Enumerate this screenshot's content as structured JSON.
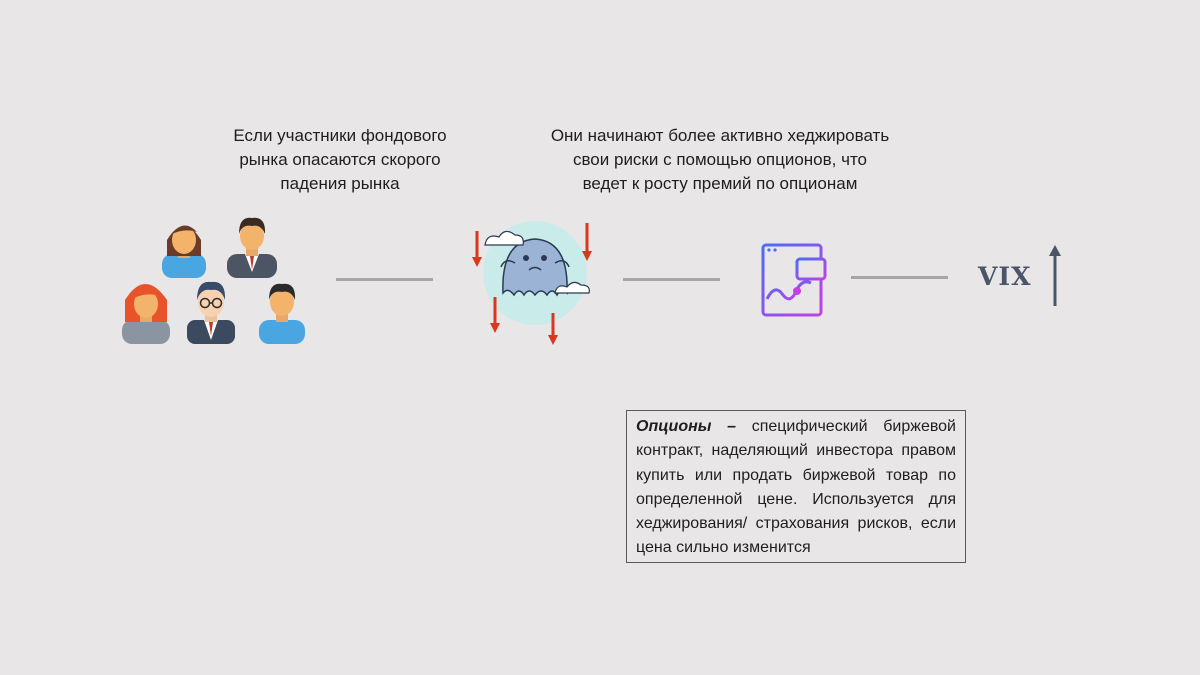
{
  "captions": {
    "left": "Если участники фондового\nрынка опасаются скорого\nпадения рынка",
    "right": "Они начинают более активно хеджировать\nсвои риски с помощью опционов, что\nведет к росту премий по опционам"
  },
  "vix": {
    "label": "VIX"
  },
  "definition": {
    "term": "Опционы –",
    "text": " специфический биржевой контракт, наделяющий инвестора правом купить или продать биржевой товар по определенной цене. Используется для хеджирования/ страхования рисков, если цена сильно изменится"
  },
  "icons": {
    "people": "investor-group-icon",
    "fear": "fear-ghost-falling-arrows-icon",
    "report": "options-report-chart-icon",
    "up": "arrow-up-icon"
  },
  "colors": {
    "background": "#e8e6e6",
    "connector": "#a6a6a6",
    "down_arrow": "#d9381e",
    "vix_text": "#4a5668",
    "report_gradient_start": "#4a6cf7",
    "report_gradient_end": "#c63ee8"
  }
}
